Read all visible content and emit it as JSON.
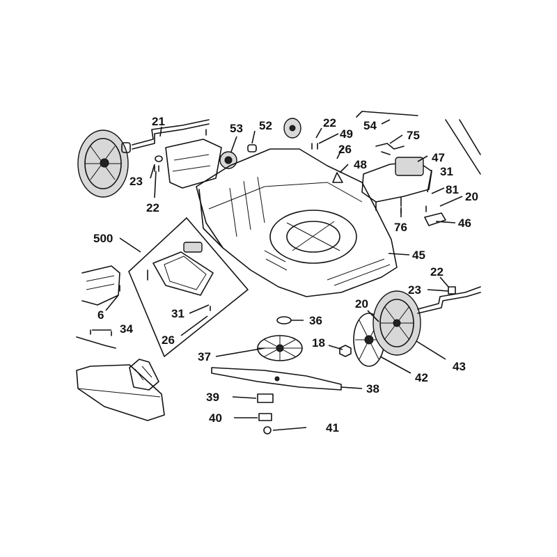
{
  "labels": {
    "l21": "21",
    "l53": "53",
    "l52": "52",
    "l22a": "22",
    "l49": "49",
    "l54": "54",
    "l75": "75",
    "l26a": "26",
    "l47": "47",
    "l48": "48",
    "l31a": "31",
    "l81": "81",
    "l20a": "20",
    "l46": "46",
    "l76": "76",
    "l23a": "23",
    "l22b": "22",
    "l500": "500",
    "l45": "45",
    "l22c": "22",
    "l23b": "23",
    "l20b": "20",
    "l31b": "31",
    "l6": "6",
    "l36": "36",
    "l26b": "26",
    "l34": "34",
    "l18": "18",
    "l37": "37",
    "l43": "43",
    "l42": "42",
    "l38": "38",
    "l39": "39",
    "l40": "40",
    "l41": "41"
  }
}
